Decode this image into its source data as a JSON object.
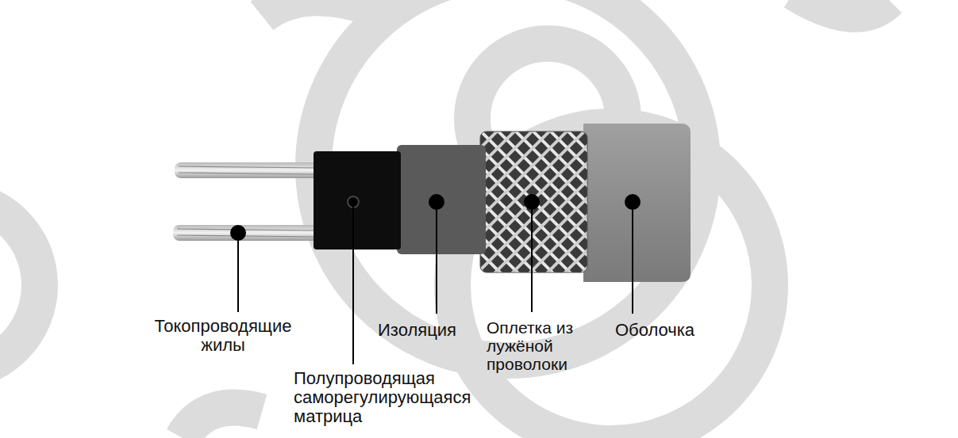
{
  "diagram": {
    "labels": [
      "Токопроводящие жилы",
      "Полупроводящая саморегулирующаяся матрица",
      "Изоляция",
      "Оплетка из лужёной проволоки",
      "Оболочка"
    ]
  }
}
